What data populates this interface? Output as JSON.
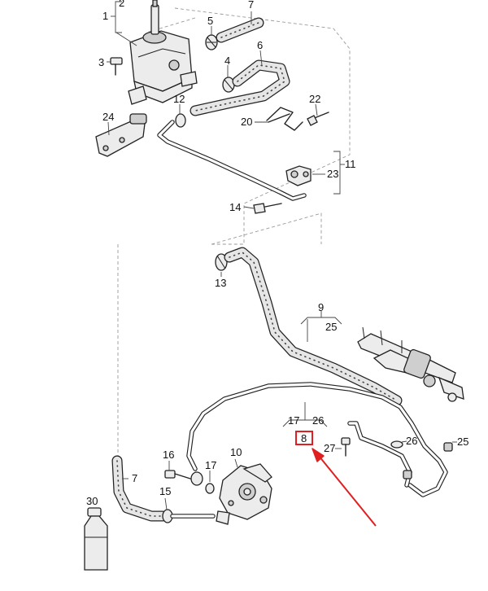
{
  "callouts": {
    "c1": "1",
    "c2": "2",
    "c3": "3",
    "c4": "4",
    "c5": "5",
    "c6": "6",
    "c7a": "7",
    "c7b": "7",
    "c8": "8",
    "c9": "9",
    "c10": "10",
    "c11": "11",
    "c12": "12",
    "c13": "13",
    "c14": "14",
    "c15": "15",
    "c16": "16",
    "c17a": "17",
    "c17b": "17",
    "c20": "20",
    "c22": "22",
    "c23": "23",
    "c24": "24",
    "c25a": "25",
    "c25b": "25",
    "c26a": "26",
    "c26b": "26",
    "c27": "27",
    "c30": "30"
  },
  "highlight": {
    "part": "8",
    "color": "#e02020"
  },
  "colors": {
    "line": "#222222",
    "part_fill": "#ececec",
    "dashed_frame": "#9a9a9a",
    "arrow": "#e02020"
  }
}
